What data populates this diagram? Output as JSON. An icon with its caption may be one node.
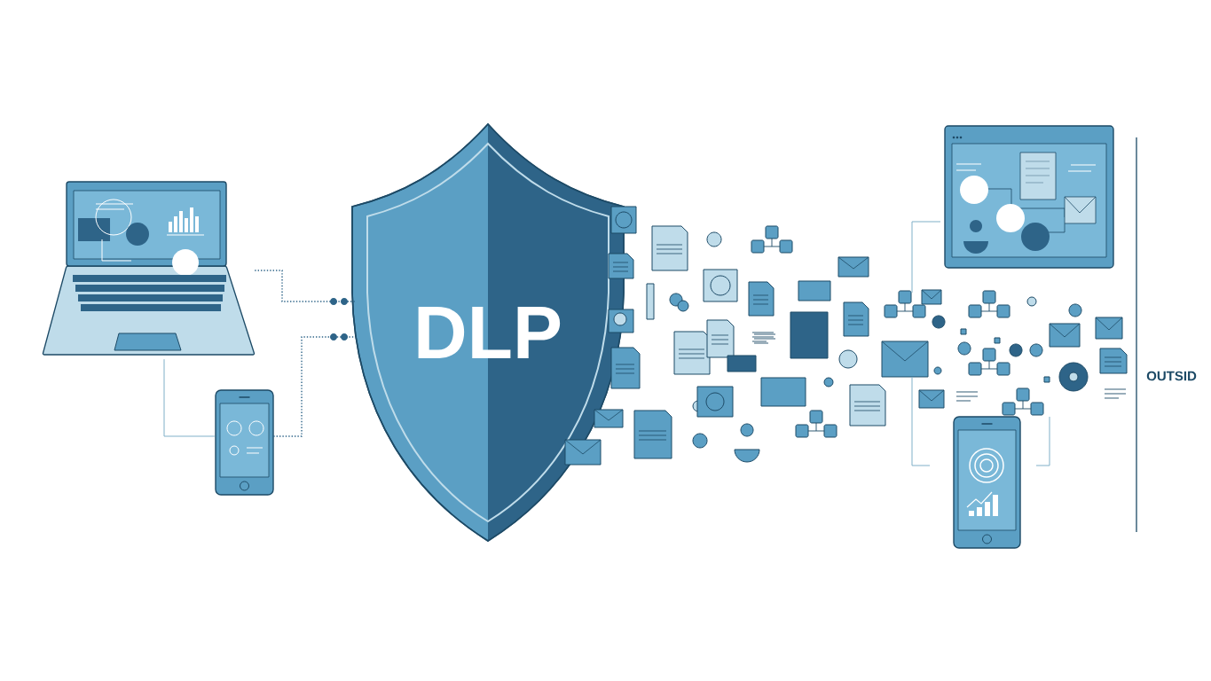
{
  "diagram": {
    "nodes": [
      {
        "text": [],
        "shape": "picture"
      },
      {
        "text": [],
        "shape": "picture"
      },
      {
        "text": [
          "DLP"
        ]
      },
      {
        "text": [],
        "shape": "picture"
      },
      {
        "text": [],
        "shape": "picture"
      }
    ],
    "edges": [
      {
        "from": 0,
        "to": 2,
        "arrow": "none",
        "style": "dashed"
      },
      {
        "from": 0,
        "to": 1,
        "arrow": "none"
      },
      {
        "from": 1,
        "to": 2,
        "arrow": "none",
        "style": "dashed"
      }
    ],
    "labels": [
      "OUTSID"
    ]
  }
}
